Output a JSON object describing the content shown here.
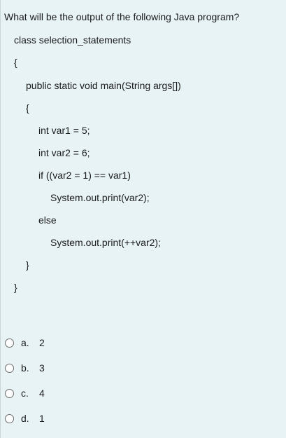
{
  "question": "What will be the output of the following Java program?",
  "code_lines": [
    "class selection_statements",
    "{",
    "public static void main(String args[])",
    "{",
    "int var1 = 5;",
    "int var2 = 6;",
    "if ((var2 = 1) == var1)",
    "System.out.print(var2);",
    "else",
    "System.out.print(++var2);",
    "}",
    "}"
  ],
  "options": [
    {
      "letter": "a.",
      "value": "2"
    },
    {
      "letter": "b.",
      "value": "3"
    },
    {
      "letter": "c.",
      "value": "4"
    },
    {
      "letter": "d.",
      "value": "1"
    }
  ]
}
